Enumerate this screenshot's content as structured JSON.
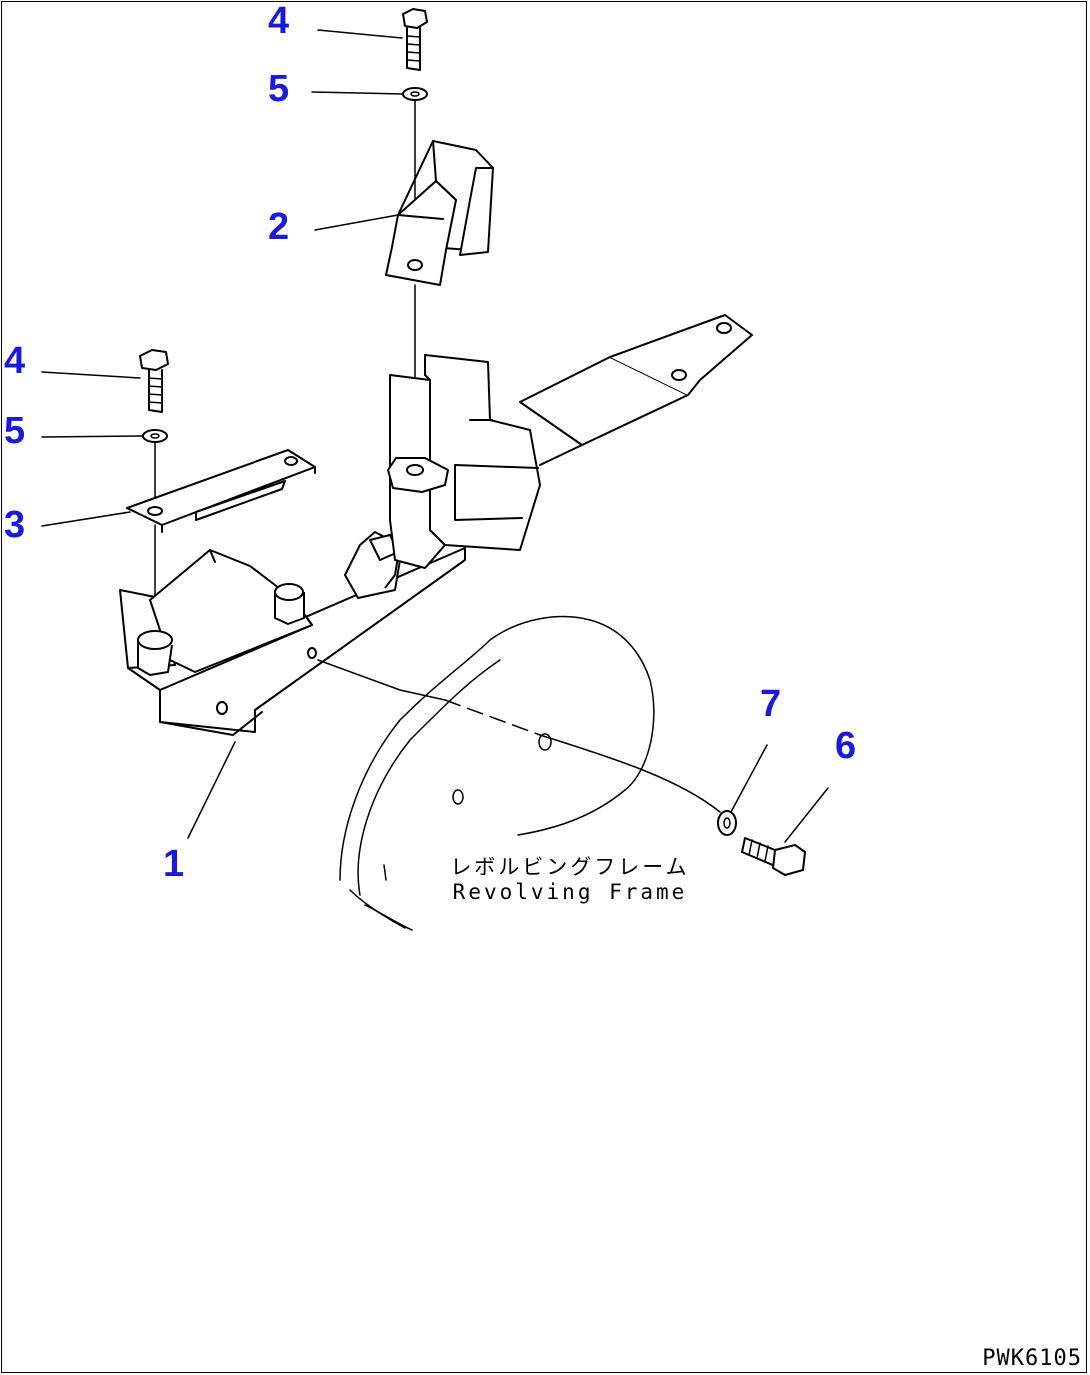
{
  "callouts": [
    {
      "id": "4a",
      "text": "4"
    },
    {
      "id": "5a",
      "text": "5"
    },
    {
      "id": "2",
      "text": "2"
    },
    {
      "id": "4b",
      "text": "4"
    },
    {
      "id": "5b",
      "text": "5"
    },
    {
      "id": "3",
      "text": "3"
    },
    {
      "id": "7",
      "text": "7"
    },
    {
      "id": "6",
      "text": "6"
    },
    {
      "id": "1",
      "text": "1"
    }
  ],
  "frame_label": {
    "japanese": "レボルビングフレーム",
    "english": "Revolving Frame"
  },
  "drawing_code": "PWK6105",
  "colors": {
    "callout": "#1a1ad8",
    "line": "#000000"
  }
}
